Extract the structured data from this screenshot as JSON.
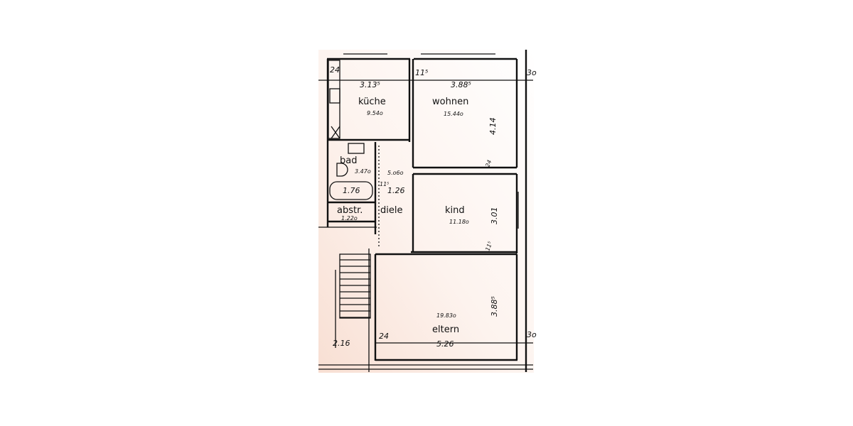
{
  "rooms": {
    "kueche": {
      "name": "küche",
      "area": "9.54o",
      "width": "3.13⁵"
    },
    "wohnen": {
      "name": "wohnen",
      "area": "15.44o",
      "width": "3.88⁵",
      "depth": "4.14"
    },
    "bad": {
      "name": "bad",
      "area": "3.47o",
      "tub": "1.76"
    },
    "abstr": {
      "name": "abstr.",
      "area": "1.22o"
    },
    "diele": {
      "name": "diele",
      "area": "5.o6o",
      "width": "1.26"
    },
    "kind": {
      "name": "kind",
      "area": "11.18o",
      "depth": "3.01"
    },
    "eltern": {
      "name": "eltern",
      "area": "19.83o",
      "width": "5.26",
      "depth": "3.88⁵"
    }
  },
  "dimensions": {
    "wall_24_top": "24",
    "wall_11_top": "11⁵",
    "wall_30_top": "3o",
    "wall_24_wohnen": "24",
    "wall_11_diele": "11⁵",
    "wall_11_kind": "11⁵",
    "wall_24_eltern": "24",
    "stair_width": "2.16",
    "wall_30_bottom": "3o"
  },
  "colors": {
    "background": "#ffffff",
    "tint": "#fbe9e1",
    "ink": "#111111"
  }
}
